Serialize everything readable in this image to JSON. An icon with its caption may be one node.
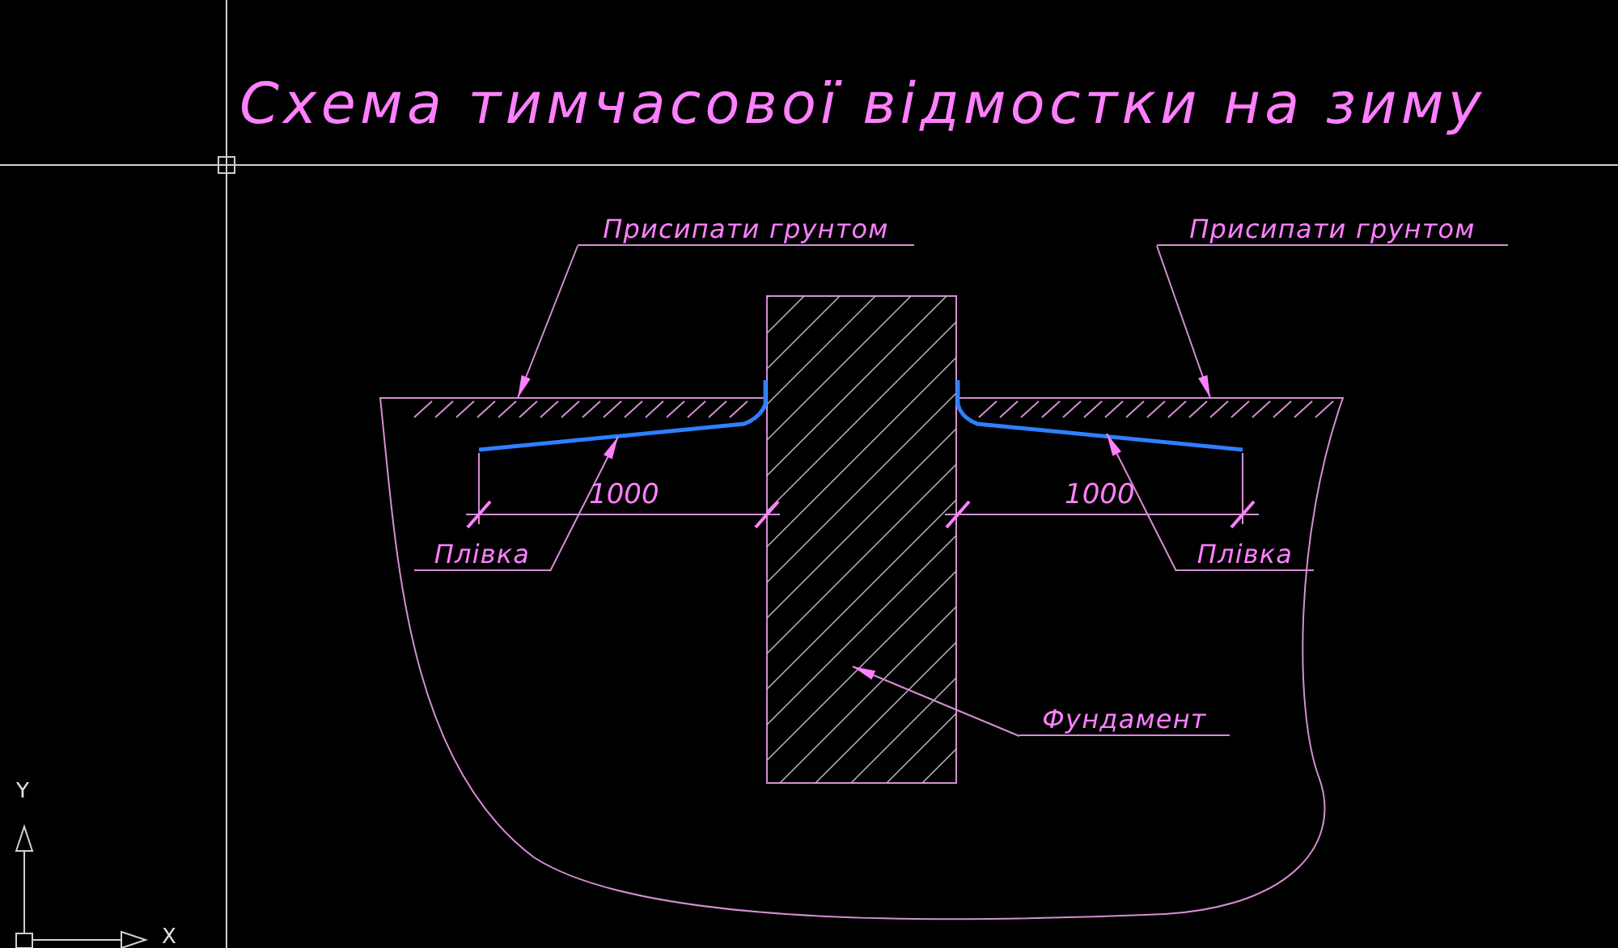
{
  "diagram": {
    "title": "Схема тимчасової відмостки на зиму",
    "nodes": [
      {
        "text": [
          "Присипати грунтом"
        ]
      },
      {
        "text": [
          "Присипати грунтом"
        ]
      },
      {
        "text": [
          "Плівка"
        ]
      },
      {
        "text": [
          "Плівка"
        ]
      },
      {
        "text": [
          "Фундамент"
        ]
      }
    ],
    "edges": [
      {
        "from": 0,
        "to": null,
        "arrow": "to"
      },
      {
        "from": 1,
        "to": null,
        "arrow": "to"
      },
      {
        "from": 2,
        "to": null,
        "arrow": "to"
      },
      {
        "from": 3,
        "to": null,
        "arrow": "to"
      },
      {
        "from": 4,
        "to": null,
        "arrow": "to"
      }
    ],
    "labels": [
      "1000",
      "1000",
      "Y",
      "X"
    ]
  }
}
